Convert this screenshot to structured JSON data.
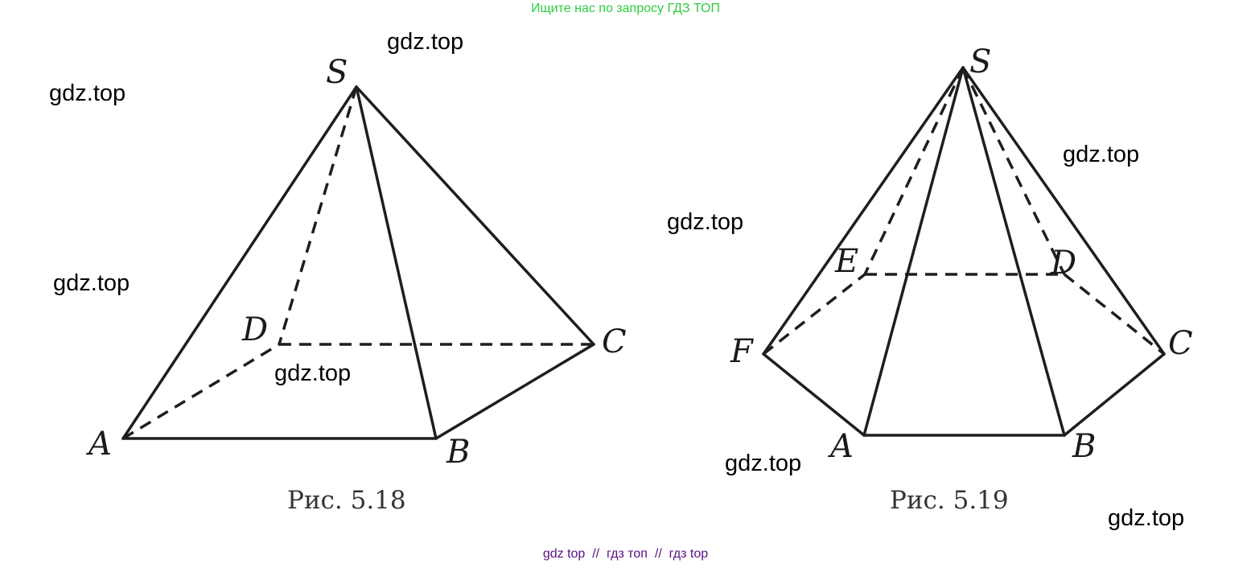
{
  "banner": "Ищите нас по запросу ГДЗ ТОП",
  "footer": {
    "link1": "gdz top",
    "sep1": "//",
    "link2": "гдз топ",
    "sep2": "//",
    "link3": "гдз top"
  },
  "watermark": "gdz.top",
  "figure1": {
    "caption": "Рис. 5.18",
    "labels": {
      "S": "S",
      "A": "A",
      "B": "B",
      "C": "C",
      "D": "D"
    }
  },
  "figure2": {
    "caption": "Рис. 5.19",
    "labels": {
      "S": "S",
      "A": "A",
      "B": "B",
      "C": "C",
      "D": "D",
      "E": "E",
      "F": "F"
    }
  },
  "colors": {
    "banner": "#2ecc40",
    "footer": "#5b0f86",
    "lines": "#1e1e1e"
  }
}
